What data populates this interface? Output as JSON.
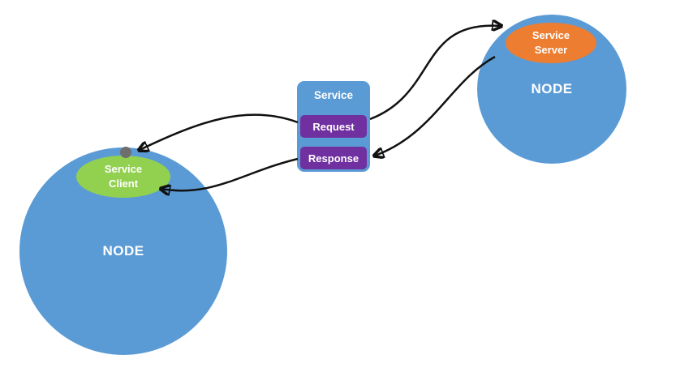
{
  "diagram": {
    "left_node": {
      "label": "NODE",
      "service_client": {
        "line1": "Service",
        "line2": "Client"
      }
    },
    "right_node": {
      "label": "NODE",
      "service_server": {
        "line1": "Service",
        "line2": "Server"
      }
    },
    "service_box": {
      "title": "Service",
      "request_label": "Request",
      "response_label": "Response"
    },
    "arrows": [
      {
        "name": "request-to-client-anchor",
        "from": "request-box",
        "to": "client-anchor-dot"
      },
      {
        "name": "request-to-server",
        "from": "request-box",
        "to": "service-server-ellipse"
      },
      {
        "name": "server-to-response",
        "from": "service-server-ellipse",
        "to": "response-box"
      },
      {
        "name": "response-to-client",
        "from": "response-box",
        "to": "service-client-ellipse"
      }
    ],
    "colors": {
      "node_blue": "#5b9bd5",
      "client_green": "#92d050",
      "server_orange": "#ed7d31",
      "action_purple": "#7030a0",
      "arrow_black": "#111111",
      "dot_gray": "#6e6e6e",
      "background": "#ffffff",
      "text_white": "#ffffff"
    }
  }
}
